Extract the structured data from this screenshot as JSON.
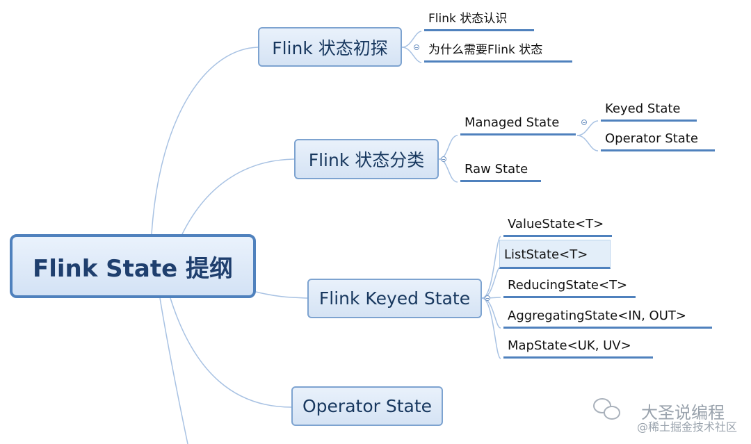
{
  "root": {
    "label": "Flink State 提纲"
  },
  "branches": [
    {
      "label": "Flink 状态初探",
      "children": [
        "Flink 状态认识",
        "为什么需要Flink 状态"
      ]
    },
    {
      "label": "Flink 状态分类",
      "children": [
        {
          "label": "Managed State",
          "children": [
            "Keyed State",
            "Operator State"
          ]
        },
        {
          "label": "Raw State"
        }
      ]
    },
    {
      "label": "Flink Keyed State",
      "children": [
        "ValueState<T>",
        "ListState<T>",
        "ReducingState<T>",
        "AggregatingState<IN, OUT>",
        "MapState<UK, UV>"
      ]
    },
    {
      "label": "Operator State"
    }
  ],
  "watermark": {
    "line1": "大圣说编程",
    "line2": "@稀土掘金技术社区"
  },
  "colors": {
    "connector": "#9ebbe0",
    "node_border": "#7da3d0",
    "root_border": "#4f81bd",
    "underline": "#4f81bd"
  }
}
